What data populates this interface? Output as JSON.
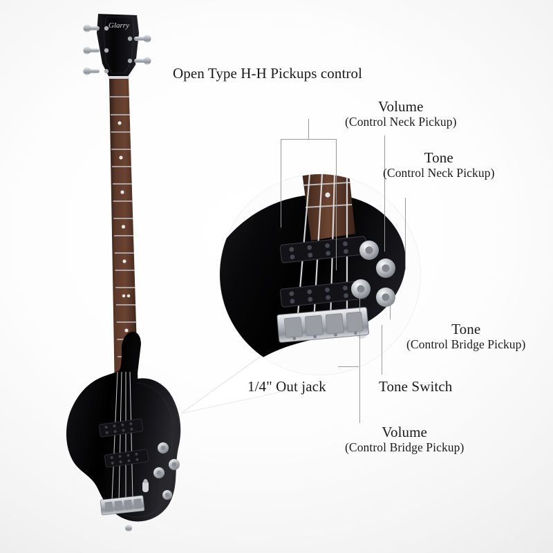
{
  "page": {
    "title": "Electric Bass Guitar Controls Diagram",
    "background_color": "#f0f0f0",
    "body_color": "#0b0b0d",
    "fretboard_color": "#4a2e23",
    "hardware_color": "#c8cace",
    "leader_line_color": "#9a9a9a",
    "text_color": "#1a1a1a",
    "headstock_brand": "Glarry"
  },
  "callouts": [
    {
      "id": "pickups",
      "main": "Open Type H-H Pickups control",
      "sub": ""
    },
    {
      "id": "volume-neck",
      "main": "Volume",
      "sub": "(Control Neck Pickup)"
    },
    {
      "id": "tone-neck",
      "main": "Tone",
      "sub": "(Control Neck Pickup)"
    },
    {
      "id": "tone-bridge",
      "main": "Tone",
      "sub": "(Control Bridge Pickup)"
    },
    {
      "id": "tone-switch",
      "main": "Tone Switch",
      "sub": ""
    },
    {
      "id": "out-jack",
      "main": "1/4\" Out jack",
      "sub": ""
    },
    {
      "id": "volume-bridge",
      "main": "Volume",
      "sub": "(Control Bridge Pickup)"
    }
  ]
}
